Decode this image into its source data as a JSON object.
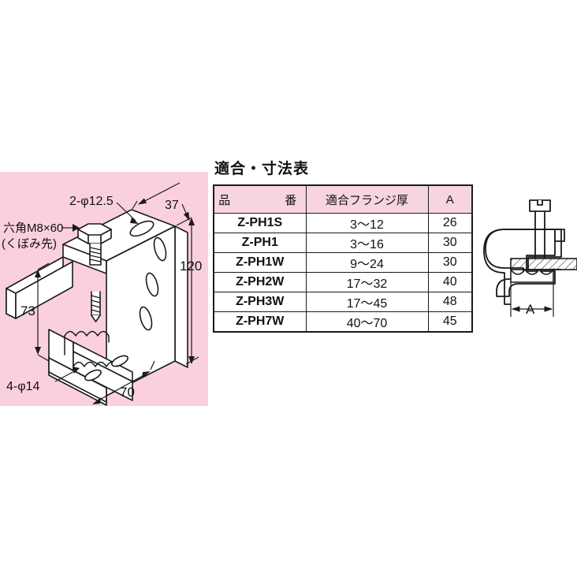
{
  "page": {
    "background_color": "#ffffff",
    "panel_color": "#fad0e0",
    "line_color": "#1a1a1a"
  },
  "product_figure": {
    "title": "isometric-beam-clamp",
    "callouts": {
      "bolt_spec": "六角M8×60",
      "bolt_spec_sub": "(くぼみ先)",
      "top_holes": "2-φ12.5",
      "bottom_holes": "4-φ14"
    },
    "dimensions": {
      "depth_top": "37",
      "height_total": "120",
      "height_inner": "73",
      "width_base": "70"
    }
  },
  "section_figure": {
    "title": "side-section-clamp-on-flange",
    "dimension_label": "A"
  },
  "spec_table": {
    "heading": "適合・寸法表",
    "columns": [
      "品　　　番",
      "適合フランジ厚",
      "A"
    ],
    "rows": [
      {
        "model": "Z-PH1S",
        "flange": "3～12",
        "a": "26"
      },
      {
        "model": "Z-PH1",
        "flange": "3～16",
        "a": "30"
      },
      {
        "model": "Z-PH1W",
        "flange": "9～24",
        "a": "30"
      },
      {
        "model": "Z-PH2W",
        "flange": "17～32",
        "a": "40"
      },
      {
        "model": "Z-PH3W",
        "flange": "17～45",
        "a": "48"
      },
      {
        "model": "Z-PH7W",
        "flange": "40～70",
        "a": "45"
      }
    ]
  }
}
